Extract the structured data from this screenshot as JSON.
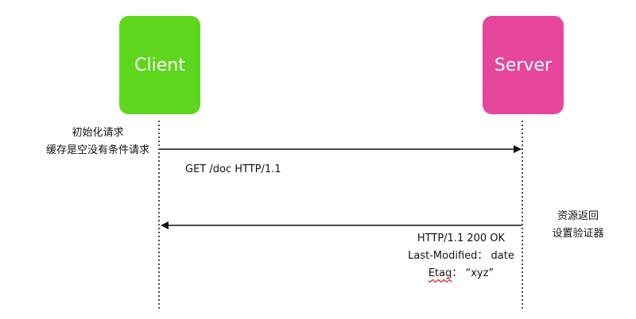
{
  "actors": {
    "client": {
      "label": "Client",
      "color": "#5fd61e"
    },
    "server": {
      "label": "Server",
      "color": "#e6479c"
    }
  },
  "request": {
    "note": [
      "初始化请求",
      "缓存是空没有条件请求"
    ],
    "message": "GET /doc  HTTP/1.1"
  },
  "response": {
    "note": [
      "资源返回",
      "设置验证器"
    ],
    "status": "HTTP/1.1  200  OK",
    "last_modified": "Last-Modified： date",
    "etag_name": "Etag",
    "etag_rest": "：  “xyz”"
  },
  "colors": {
    "line": "#111111",
    "spellcheck_underline": "#e02020"
  }
}
